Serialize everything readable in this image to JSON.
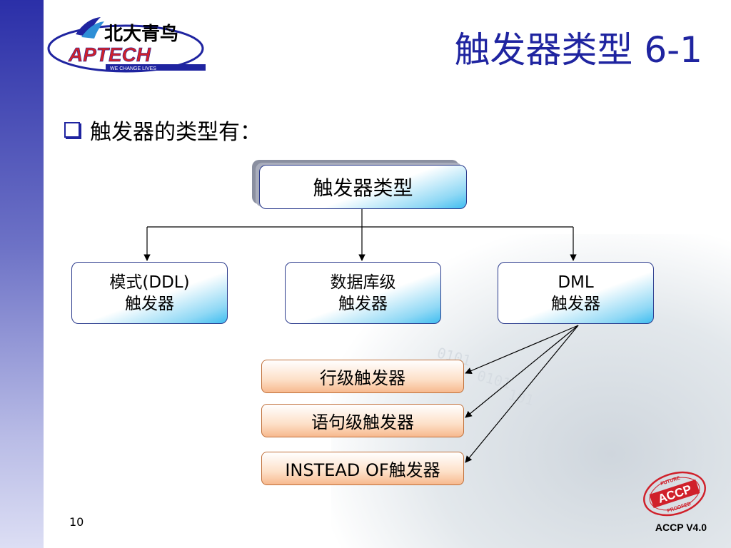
{
  "logo": {
    "chinese_name": "北大青鸟",
    "brand": "APTECH",
    "tagline": "WE  CHANGE  LIVES"
  },
  "slide": {
    "title": "触发器类型 6-1",
    "bullet": "触发器的类型有：",
    "page_number": "10",
    "footer": "ACCP  V4.0"
  },
  "diagram": {
    "root": "触发器类型",
    "children": [
      {
        "line1": "模式(DDL)",
        "line2": "触发器"
      },
      {
        "line1": "数据库级",
        "line2": "触发器"
      },
      {
        "line1": "DML",
        "line2": "触发器"
      }
    ],
    "dml_subtypes": [
      "行级触发器",
      "语句级触发器",
      "INSTEAD OF触发器"
    ]
  },
  "stamp": {
    "top_text": "FUTURE",
    "center_text": "ACCP",
    "bottom_text": "PROOFED"
  },
  "background_digits": [
    "0101",
    "0101",
    "101"
  ],
  "colors": {
    "title": "#1f24a0",
    "left_bar": "#2b2fa8",
    "stamp": "#d0202a"
  }
}
